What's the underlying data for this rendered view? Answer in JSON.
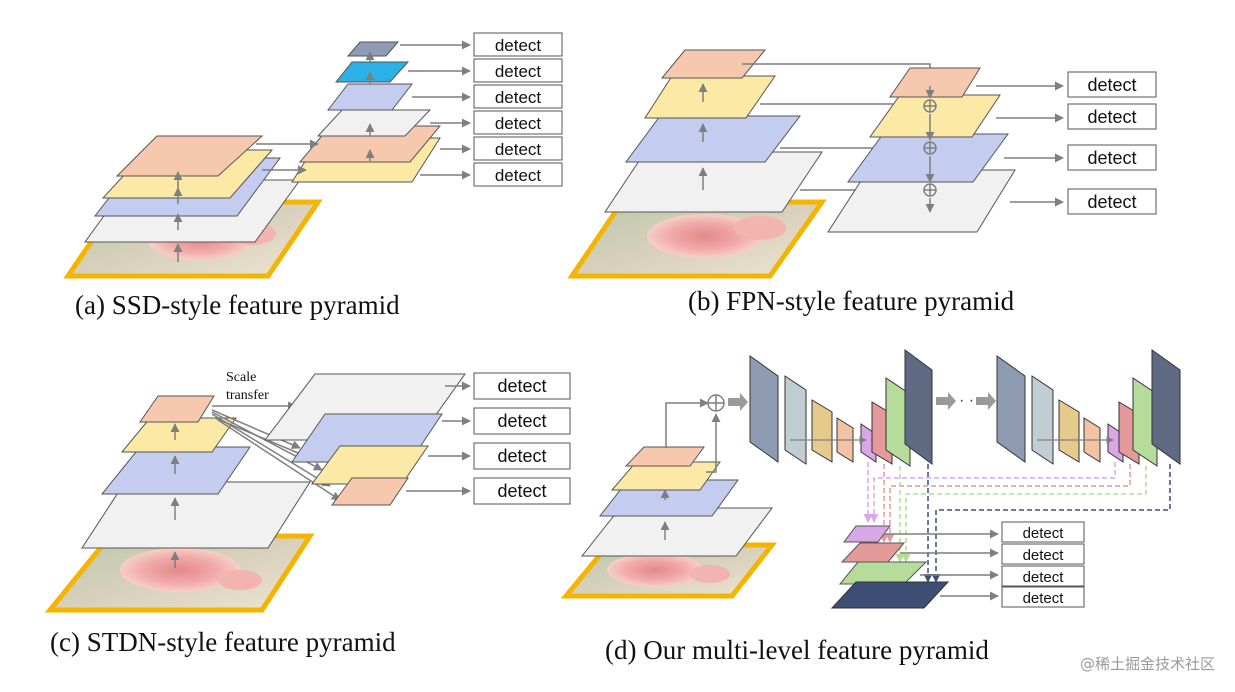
{
  "panels": {
    "a": {
      "caption": "(a) SSD-style feature pyramid",
      "detect": [
        "detect",
        "detect",
        "detect",
        "detect",
        "detect",
        "detect"
      ]
    },
    "b": {
      "caption": "(b) FPN-style feature pyramid",
      "detect": [
        "detect",
        "detect",
        "detect",
        "detect"
      ]
    },
    "c": {
      "caption": "(c) STDN-style feature pyramid",
      "note_line1": "Scale",
      "note_line2": "transfer",
      "detect": [
        "detect",
        "detect",
        "detect",
        "detect"
      ]
    },
    "d": {
      "caption": "(d) Our multi-level feature pyramid",
      "ellipsis": "· · ·",
      "detect": [
        "detect",
        "detect",
        "detect",
        "detect"
      ]
    }
  },
  "watermark": "@稀土掘金技术社区",
  "icons": {
    "image": "rose-photo-icon",
    "add": "circle-plus-icon",
    "arrow": "arrow-right-icon"
  },
  "colors": {
    "peach": "#f6c9ae",
    "yellow": "#fde9a6",
    "blue": "#c4cdf0",
    "gray_plane": "#f1f1f1",
    "cyan": "#2bb0e8",
    "slate": "#8e9bb3",
    "frame": "#f5b400",
    "violet": "#d9a6e6",
    "red": "#e49a9a",
    "green": "#b5dc9a",
    "navy": "#3e4e74",
    "arrow": "#7f7f7f"
  }
}
